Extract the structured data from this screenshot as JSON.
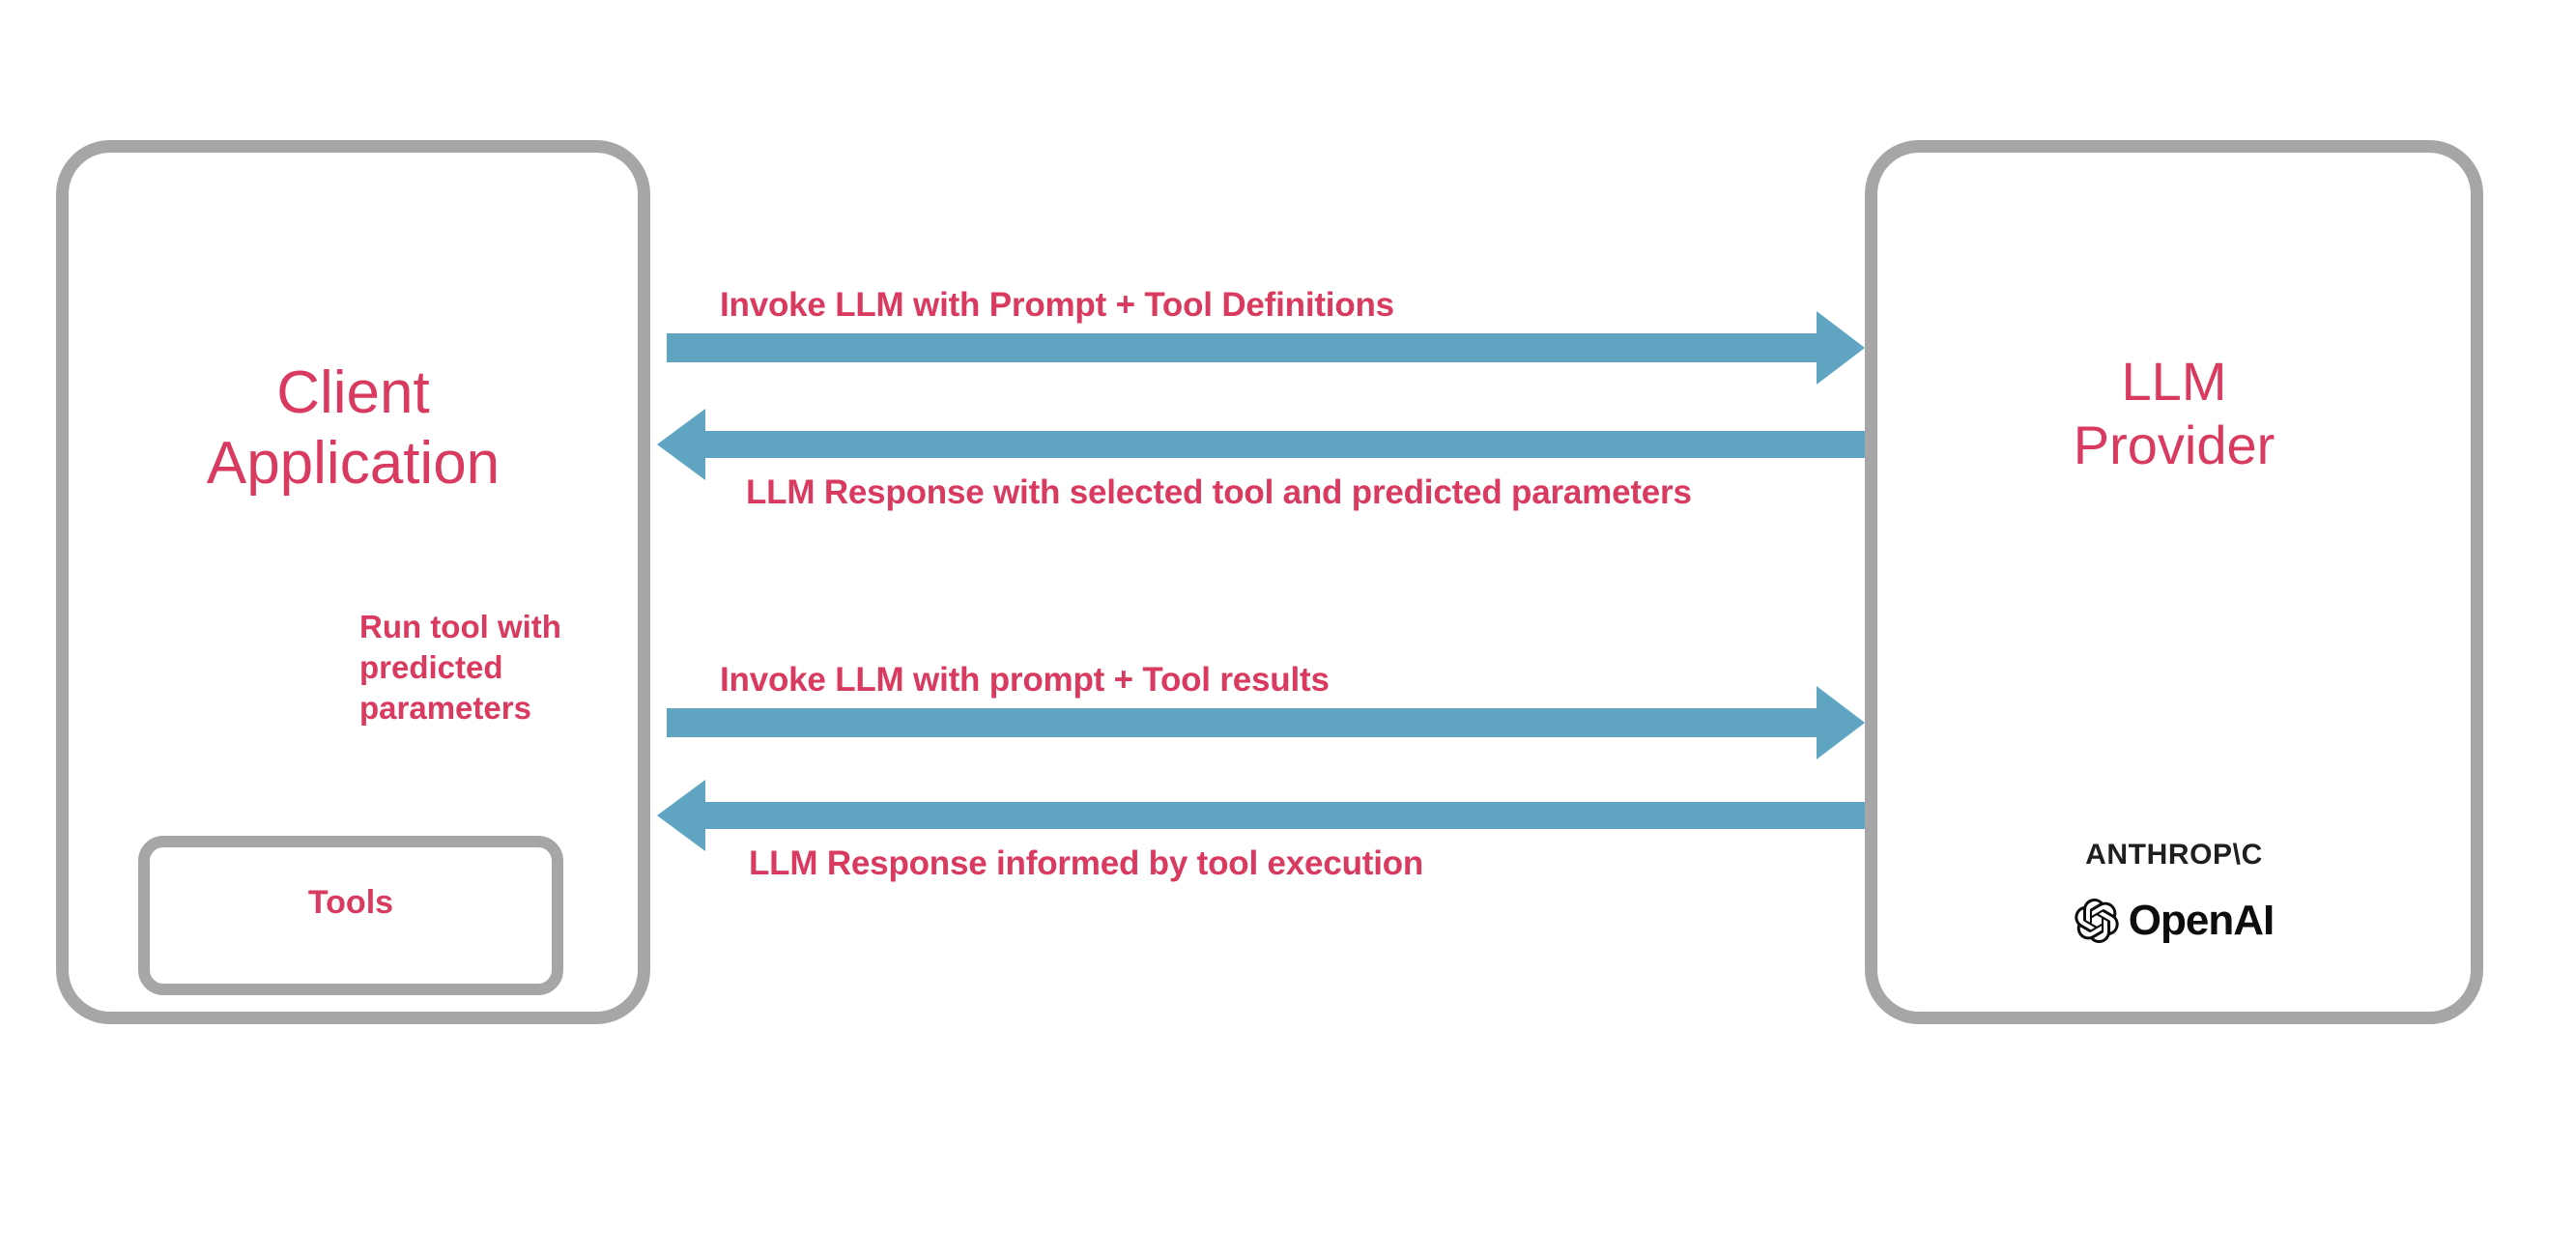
{
  "diagram": {
    "title": "LLM tool calling loop between client application and LLM provider",
    "colors": {
      "accent_text": "#d93a5f",
      "arrow": "#5fa5c2",
      "box_border": "#a6a6a6",
      "background": "#ffffff",
      "brand_text": "#1f1f1f"
    },
    "nodes": [
      {
        "id": "client",
        "label": "Client\nApplication",
        "shape": "rounded-rectangle"
      },
      {
        "id": "tools",
        "label": "Tools",
        "shape": "rounded-rectangle"
      },
      {
        "id": "provider",
        "label": "LLM\nProvider",
        "shape": "rounded-rectangle"
      }
    ],
    "flows": [
      {
        "id": "flow-1",
        "label": "Invoke LLM with Prompt + Tool Definitions",
        "direction": "right",
        "from": "client",
        "to": "provider"
      },
      {
        "id": "flow-2",
        "label": "LLM Response with selected tool and predicted parameters",
        "direction": "left",
        "from": "provider",
        "to": "client"
      },
      {
        "id": "flow-3",
        "label": "Invoke LLM with prompt + Tool results",
        "direction": "right",
        "from": "client",
        "to": "provider"
      },
      {
        "id": "flow-4",
        "label": "LLM Response informed by tool execution",
        "direction": "left",
        "from": "provider",
        "to": "client"
      }
    ],
    "internal_flow": {
      "id": "run-tool",
      "label": "Run tool with\npredicted\nparameters",
      "direction": "down",
      "from": "client",
      "to": "tools"
    },
    "brands": [
      {
        "id": "anthropic",
        "wordmark": "ANTHROP\\C",
        "icon": "anthropic-wordmark"
      },
      {
        "id": "openai",
        "wordmark": "OpenAI",
        "icon": "openai-knot-icon"
      }
    ]
  }
}
